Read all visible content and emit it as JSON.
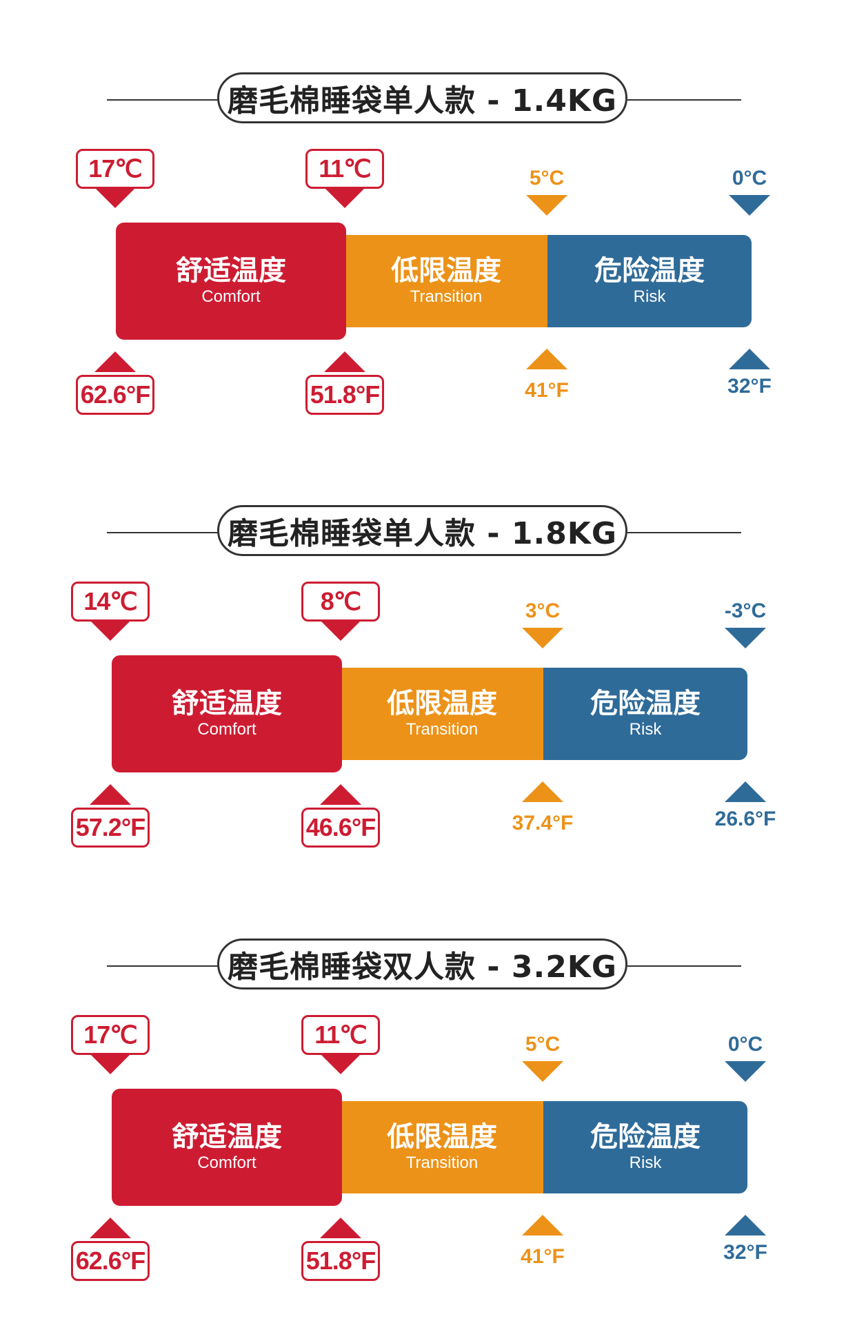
{
  "segment_labels": {
    "comfort_cn": "舒适温度",
    "comfort_en": "Comfort",
    "transition_cn": "低限温度",
    "transition_en": "Transition",
    "risk_cn": "危险温度",
    "risk_en": "Risk"
  },
  "colors": {
    "comfort": "#cd1c32",
    "transition": "#ec9218",
    "risk": "#2f6b99",
    "title_border": "#333333"
  },
  "products": [
    {
      "title": "磨毛棉睡袋单人款 - 1.4KG",
      "comfort_c": "17℃",
      "comfort_f": "62.6°F",
      "transition_c": "11℃",
      "transition_f": "51.8°F",
      "limit_c": "5°C",
      "limit_f": "41°F",
      "risk_c": "0°C",
      "risk_f": "32°F"
    },
    {
      "title": "磨毛棉睡袋单人款 - 1.8KG",
      "comfort_c": "14℃",
      "comfort_f": "57.2°F",
      "transition_c": "8℃",
      "transition_f": "46.6°F",
      "limit_c": "3°C",
      "limit_f": "37.4°F",
      "risk_c": "-3°C",
      "risk_f": "26.6°F"
    },
    {
      "title": "磨毛棉睡袋双人款 - 3.2KG",
      "comfort_c": "17℃",
      "comfort_f": "62.6°F",
      "transition_c": "11℃",
      "transition_f": "51.8°F",
      "limit_c": "5°C",
      "limit_f": "41°F",
      "risk_c": "0°C",
      "risk_f": "32°F"
    }
  ]
}
